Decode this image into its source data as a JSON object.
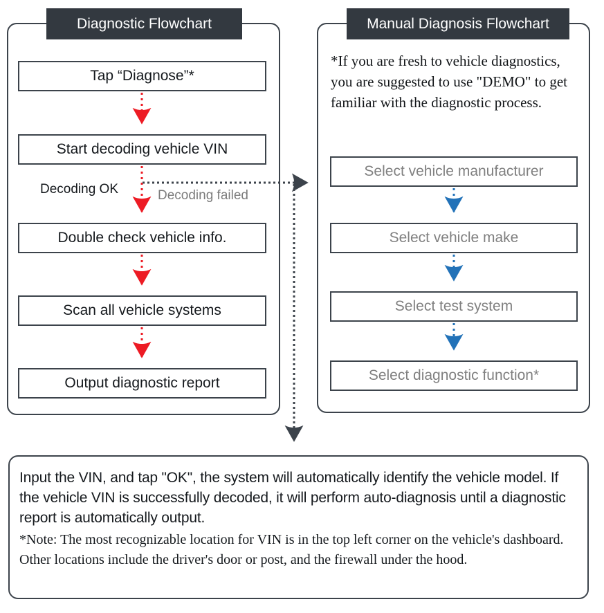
{
  "panels": {
    "left": {
      "title": "Diagnostic Flowchart",
      "steps": [
        "Tap “Diagnose”*",
        "Start decoding vehicle VIN",
        "Double check vehicle info.",
        "Scan all vehicle systems",
        "Output diagnostic report"
      ],
      "edge_labels": {
        "ok": "Decoding OK",
        "failed": "Decoding failed"
      }
    },
    "right": {
      "title": "Manual Diagnosis Flowchart",
      "intro": "*If you are fresh to vehicle diagnostics, you are suggested to use \"DEMO\" to get familiar with the diagnostic process.",
      "steps": [
        "Select vehicle manufacturer",
        "Select vehicle make",
        "Select test system",
        "Select diagnostic function*"
      ]
    },
    "bottom": {
      "paragraph1": "Input the VIN, and tap \"OK\", the system will automatically identify the vehicle model. If the vehicle VIN is successfully decoded, it will perform auto-diagnosis until a diagnostic report is automatically output.",
      "paragraph2": "*Note: The most recognizable location for VIN is in the top left corner on the vehicle's dashboard. Other locations include the driver's door or post, and the firewall under the hood."
    }
  },
  "colors": {
    "arrow_red": "#ed1b24",
    "arrow_blue": "#2272b8",
    "arrow_dark": "#3c434b",
    "border": "#3c434b",
    "title_bg": "#333940",
    "title_fg": "#ffffff",
    "grey_text": "#808080"
  },
  "connectors": {
    "left_flow": "red-dotted-down-arrow",
    "right_flow": "blue-dotted-down-arrow",
    "branch": "dark-dotted-arrow"
  }
}
